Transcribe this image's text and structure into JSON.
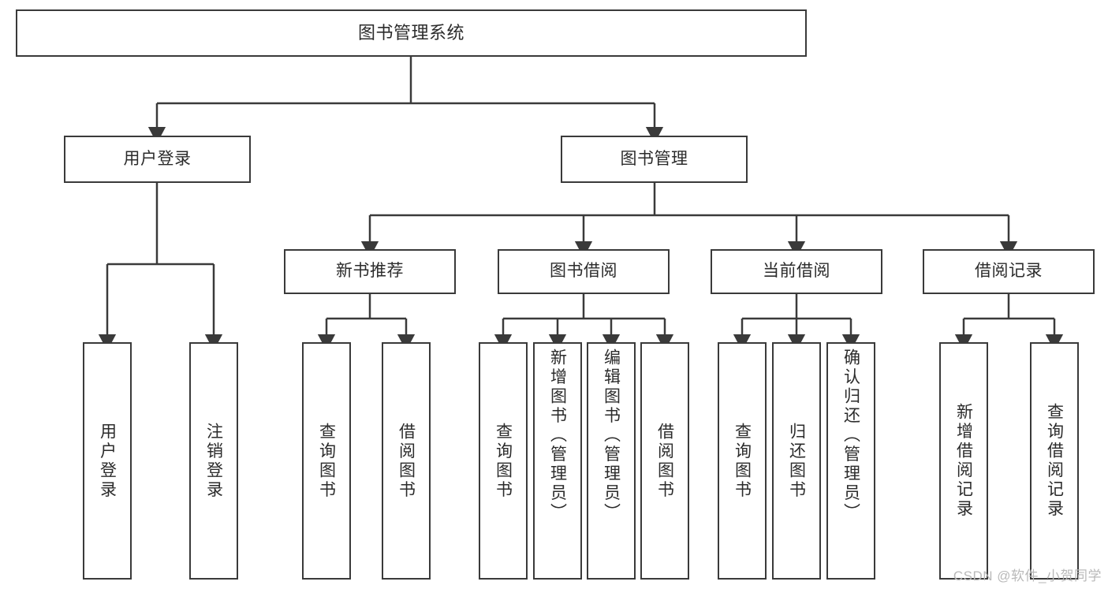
{
  "diagram": {
    "title": "图书管理系统",
    "type": "hierarchy-tree",
    "stroke_color": "#3a3a3a",
    "fill_color": "#ffffff",
    "text_color": "#2b2b2b"
  },
  "nodes": {
    "root": {
      "label": "图书管理系统"
    },
    "level2": [
      {
        "label": "用户登录"
      },
      {
        "label": "图书管理"
      }
    ],
    "level3": [
      {
        "label": "新书推荐"
      },
      {
        "label": "图书借阅"
      },
      {
        "label": "当前借阅"
      },
      {
        "label": "借阅记录"
      }
    ],
    "leaves": {
      "user_login": [
        {
          "label": "用户登录"
        },
        {
          "label": "注销登录"
        }
      ],
      "new_book_recommend": [
        {
          "label": "查询图书"
        },
        {
          "label": "借阅图书"
        }
      ],
      "book_borrow": [
        {
          "label": "查询图书"
        },
        {
          "label": "新增图书（管理员）"
        },
        {
          "label": "编辑图书（管理员）"
        },
        {
          "label": "借阅图书"
        }
      ],
      "current_borrow": [
        {
          "label": "查询图书"
        },
        {
          "label": "归还图书"
        },
        {
          "label": "确认归还（管理员）"
        }
      ],
      "borrow_record": [
        {
          "label": "新增借阅记录"
        },
        {
          "label": "查询借阅记录"
        }
      ]
    }
  },
  "watermark": {
    "text": "CSDN @软件_小贺同学"
  }
}
